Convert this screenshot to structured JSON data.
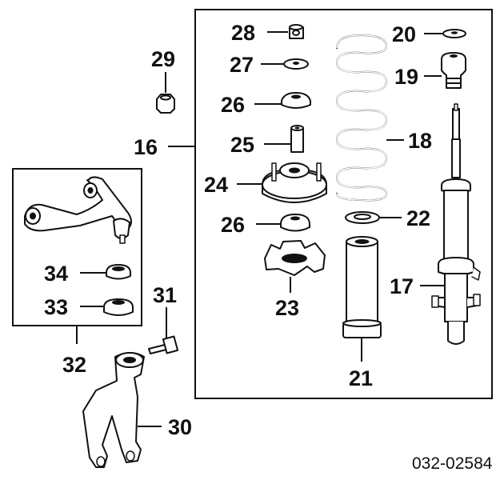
{
  "callouts": {
    "c16": "16",
    "c17": "17",
    "c18": "18",
    "c19": "19",
    "c20": "20",
    "c21": "21",
    "c22": "22",
    "c23": "23",
    "c24": "24",
    "c25": "25",
    "c26a": "26",
    "c26b": "26",
    "c27": "27",
    "c28": "28",
    "c29": "29",
    "c30": "30",
    "c31": "31",
    "c32": "32",
    "c33": "33",
    "c34": "34"
  },
  "diagram_code": "032-02584"
}
